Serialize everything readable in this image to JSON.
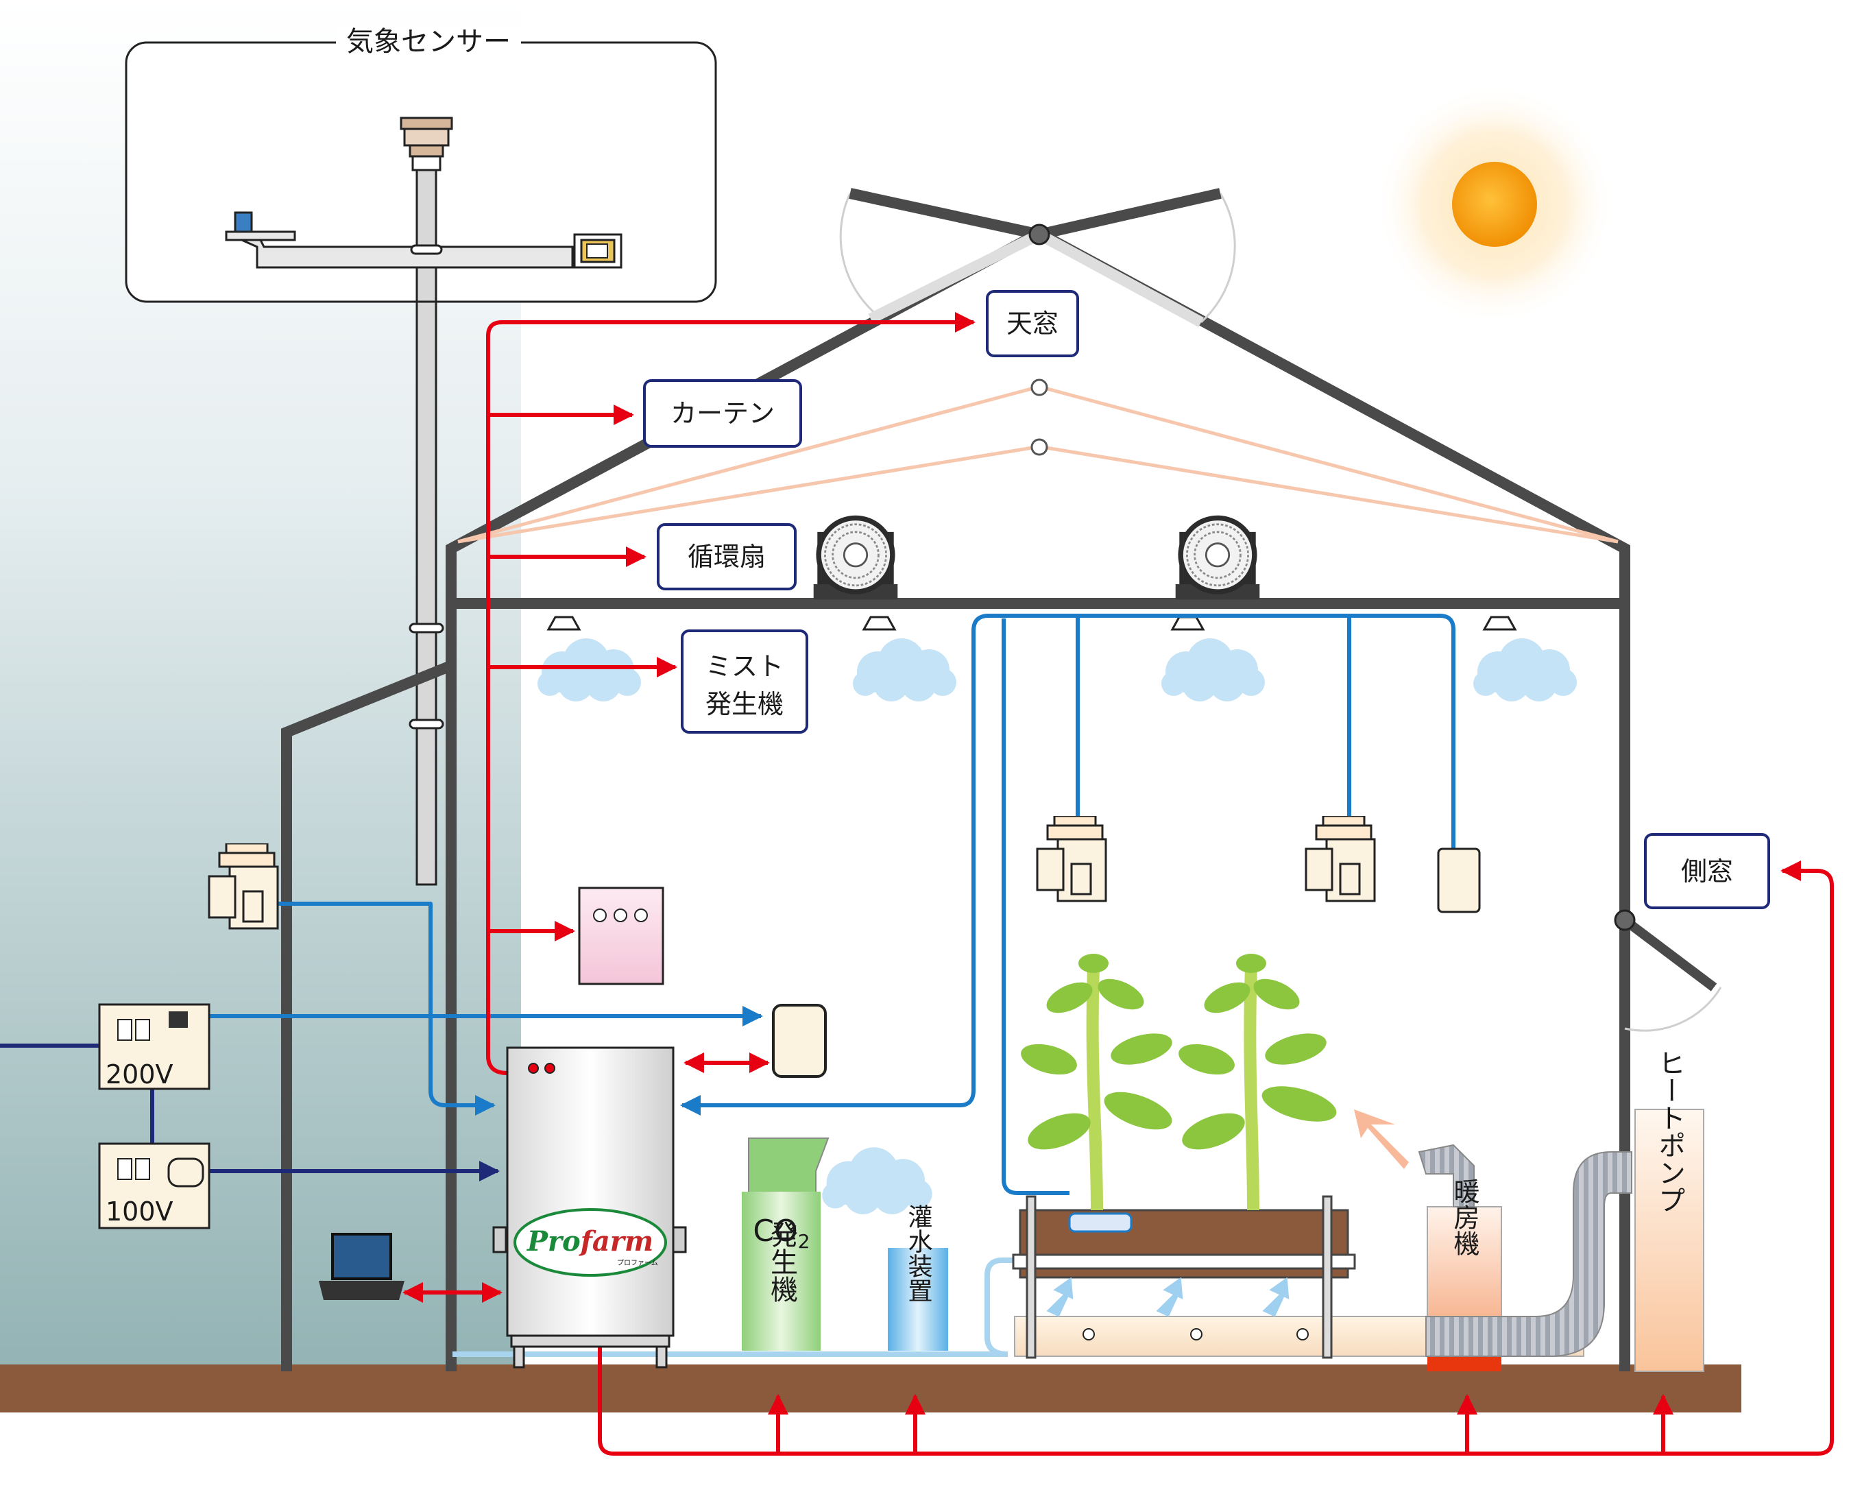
{
  "sensor_box": {
    "title": "気象センサー"
  },
  "labels": {
    "skylight": "天窓",
    "curtain": "カーテン",
    "circulation_fan": "循環扇",
    "mist_line1": "ミスト",
    "mist_line2": "発生機",
    "side_window": "側窓",
    "co2": "CO",
    "co2_sub": "2",
    "co2_rest": "発生機",
    "irrigation": "灌水装置",
    "heater": "暖房機",
    "heat_pump": "ヒートポンプ",
    "panel_200v": "200V",
    "panel_100v": "100V"
  },
  "controller": {
    "brand_a": "Pro",
    "brand_b": "farm",
    "brand_sub": "プロファーム"
  },
  "colors": {
    "control_line": "#e60012",
    "sensor_line": "#1a7cc9",
    "power_line": "#1e2a78",
    "structure": "#4a4a4a",
    "label_border": "#1e2a78",
    "sun": "#f5a300",
    "ground": "#8b5a3c",
    "sky": "#9fbabb"
  }
}
